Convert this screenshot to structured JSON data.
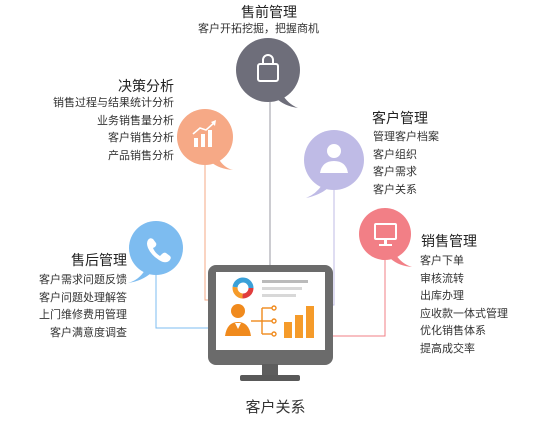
{
  "center_label": "客户关系",
  "colors": {
    "presale": "#6e6e7a",
    "decision": "#f6a986",
    "customer": "#bfbbe6",
    "aftersale": "#7dbcf0",
    "sales": "#f27f86",
    "monitor_dark": "#6b6b6b",
    "bar_orange": "#f59b2a",
    "person_orange": "#f08a1d"
  },
  "presale": {
    "title": "售前管理",
    "items": [
      "客户开拓挖掘，把握商机"
    ],
    "icon": "shopping-bag-icon"
  },
  "decision": {
    "title": "决策分析",
    "items": [
      "销售过程与结果统计分析",
      "业务销售量分析",
      "客户销售分析",
      "产品销售分析"
    ],
    "icon": "bar-chart-icon"
  },
  "customer": {
    "title": "客户管理",
    "items": [
      "管理客户档案",
      "客户组织",
      "客户需求",
      "客户关系"
    ],
    "icon": "user-icon"
  },
  "aftersale": {
    "title": "售后管理",
    "items": [
      "客户需求问题反馈",
      "客户问题处理解答",
      "上门维修费用管理",
      "客户满意度调查"
    ],
    "icon": "phone-icon"
  },
  "sales": {
    "title": "销售管理",
    "items": [
      "客户下单",
      "审核流转",
      "出库办理",
      "应收款一体式管理",
      "优化销售体系",
      "提高成交率"
    ],
    "icon": "monitor-icon"
  }
}
